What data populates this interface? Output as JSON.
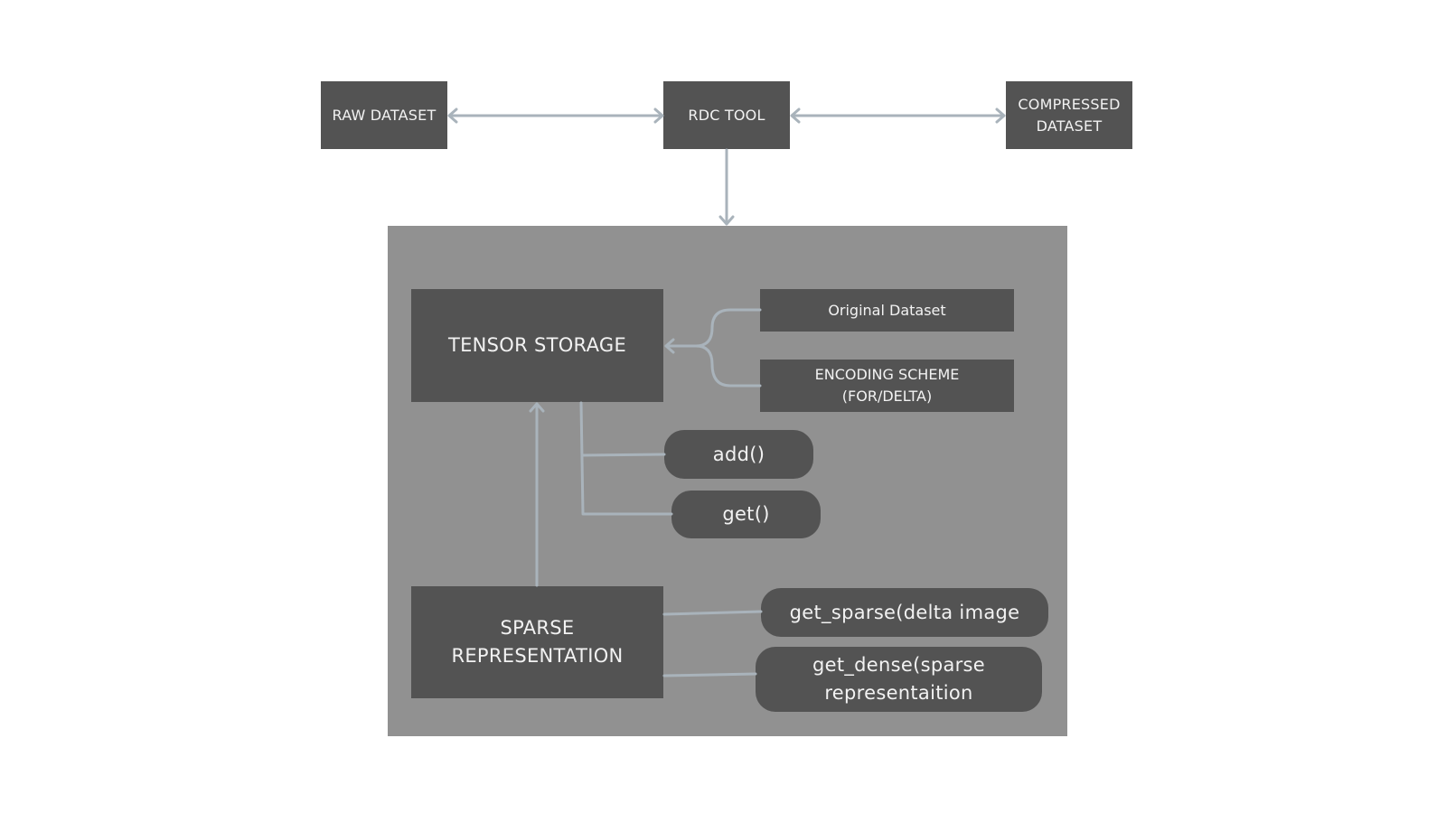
{
  "top_row": {
    "raw_dataset": "RAW DATASET",
    "rdc_tool": "RDC TOOL",
    "compressed_dataset_line1": "COMPRESSED",
    "compressed_dataset_line2": "DATASET"
  },
  "panel": {
    "tensor_storage": "TENSOR STORAGE",
    "original_dataset": "Original Dataset",
    "encoding_scheme_line1": "ENCODING SCHEME",
    "encoding_scheme_line2": "(FOR/DELTA)",
    "add_method": "add()",
    "get_method": "get()",
    "sparse_representation_line1": "SPARSE",
    "sparse_representation_line2": "REPRESENTATION",
    "get_sparse_method": "get_sparse(delta image",
    "get_dense_method_line1": "get_dense(sparse",
    "get_dense_method_line2": "representaition"
  },
  "colors": {
    "node_fill": "#535353",
    "panel_fill": "#919191",
    "connector": "#a9b3bb",
    "text": "#f2f2f2"
  }
}
